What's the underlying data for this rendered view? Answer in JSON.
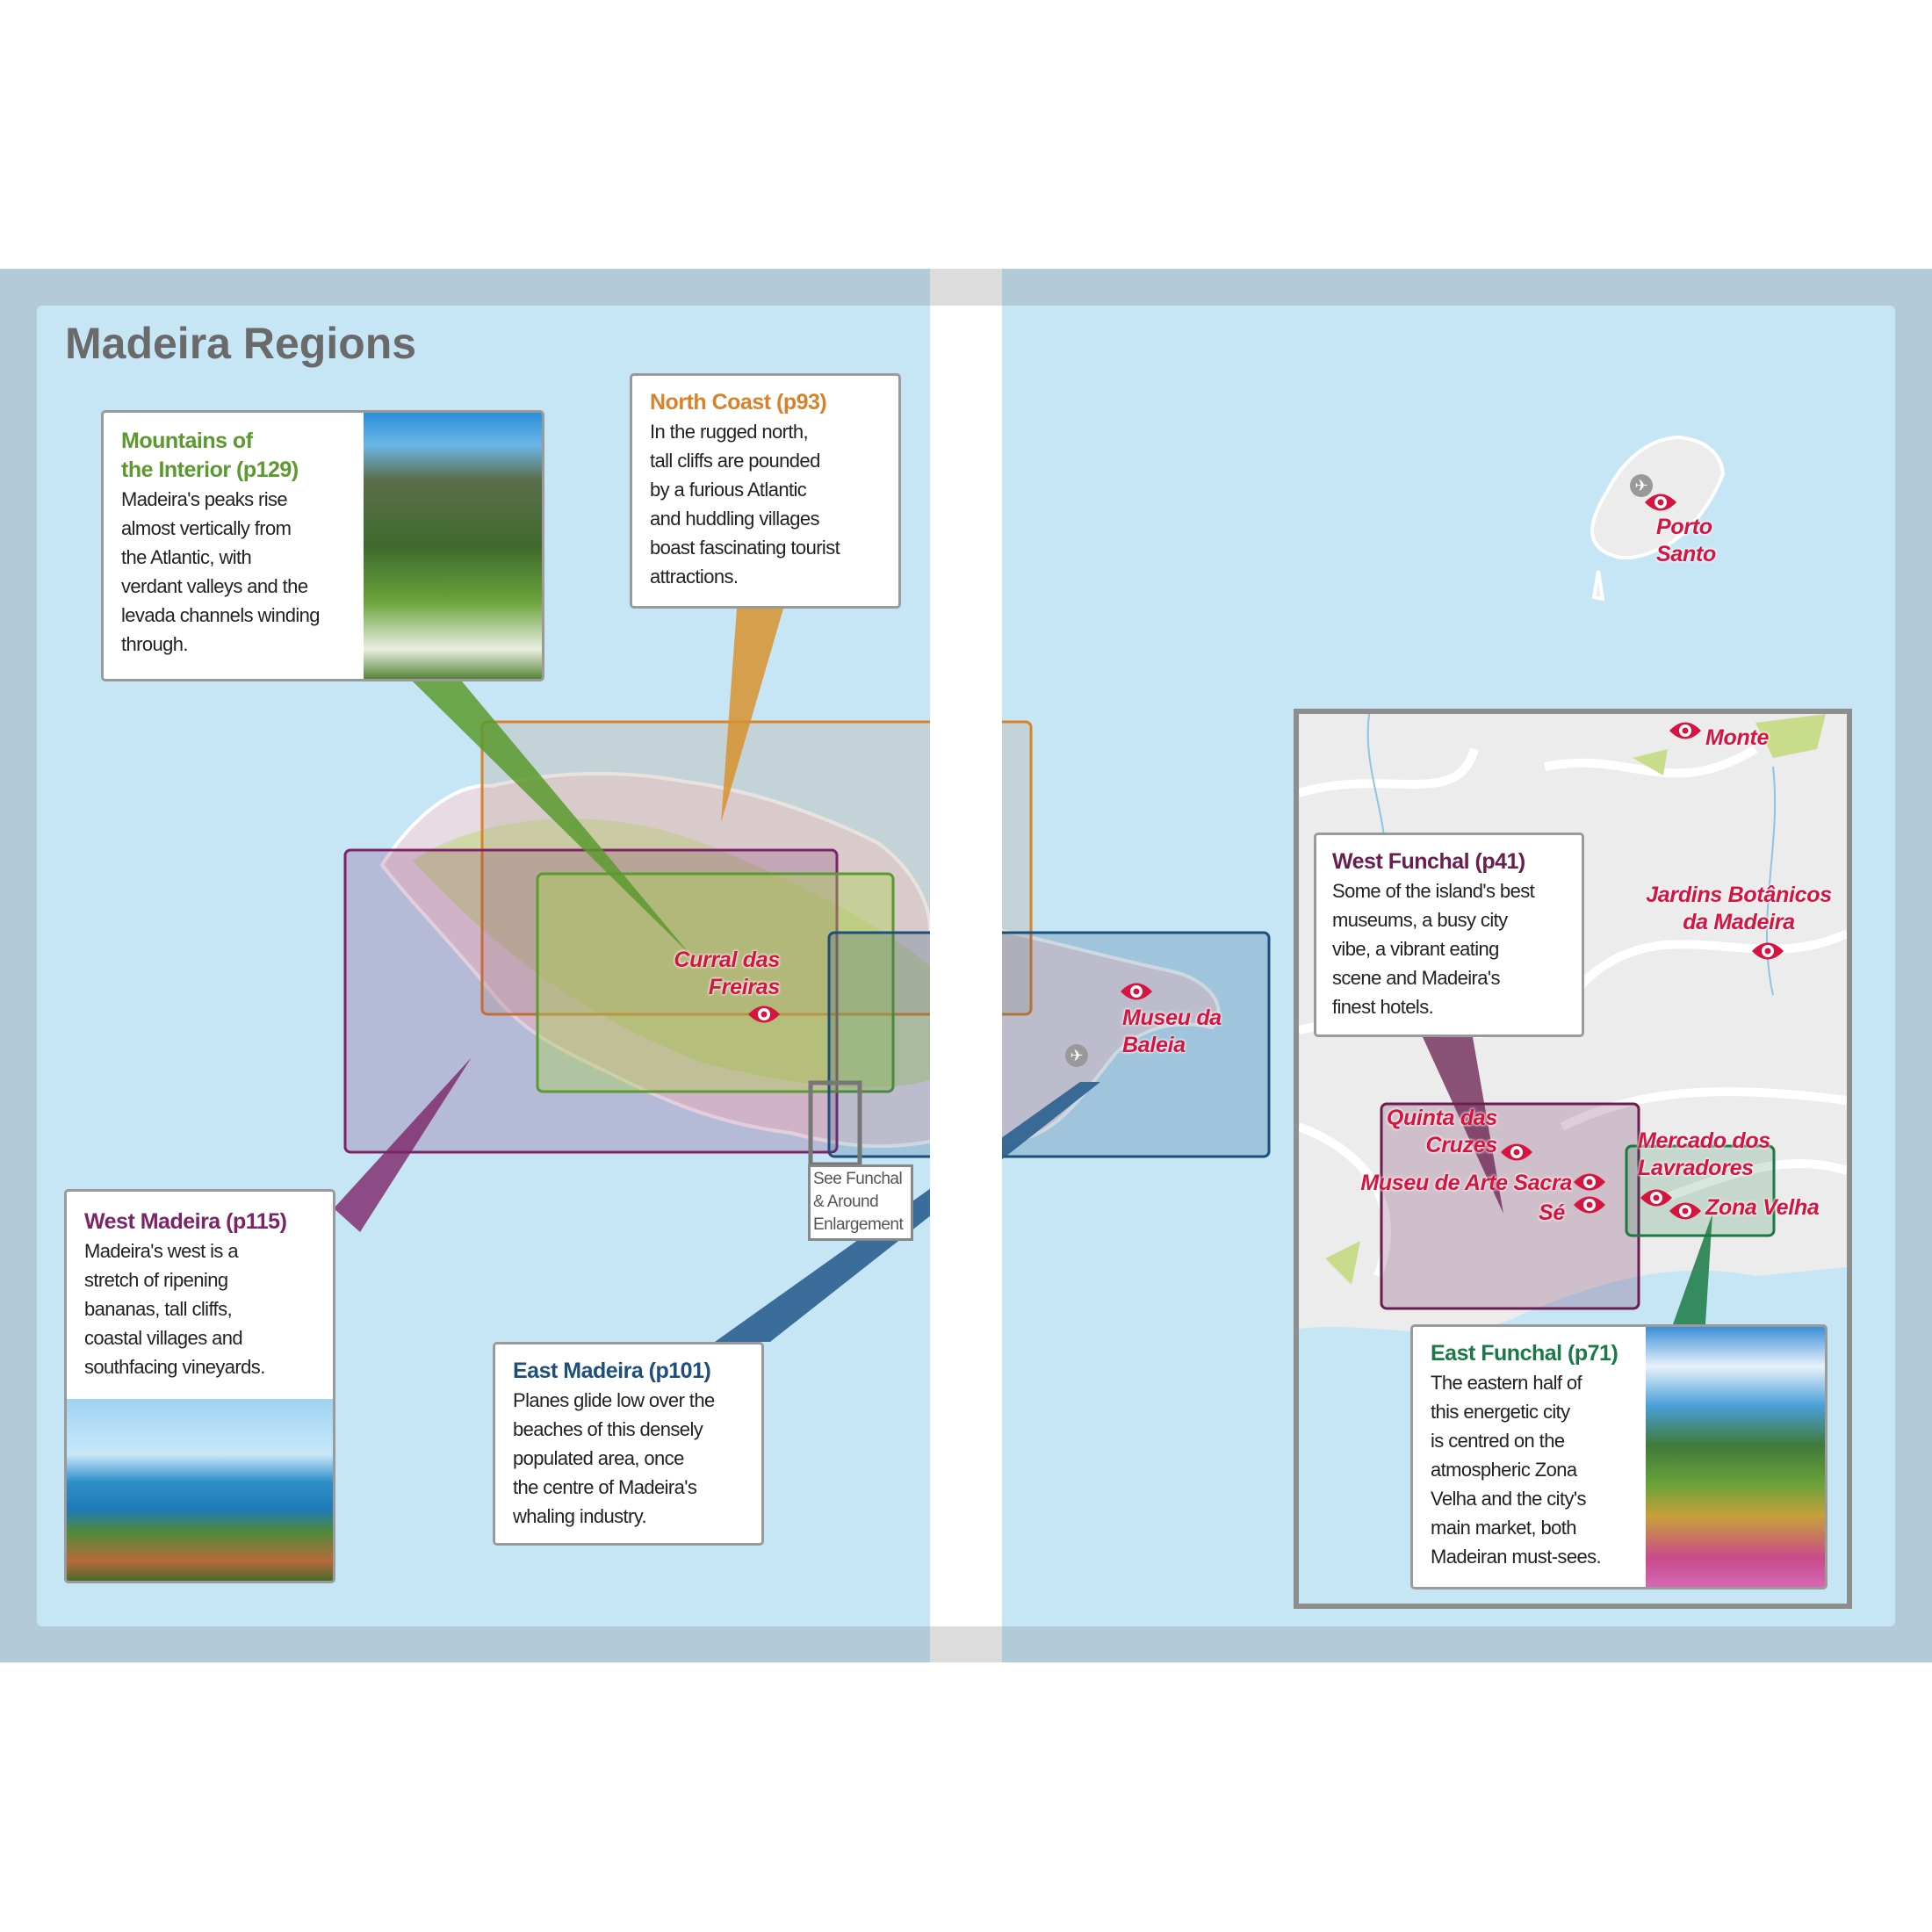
{
  "title": "Madeira Regions",
  "colors": {
    "mountains": "#5a9a2e",
    "north": "#d8822a",
    "west": "#7d2468",
    "east": "#1d4e7c",
    "west_funchal": "#6a1e50",
    "east_funchal": "#1a7a45",
    "poi": "#d5143f"
  },
  "regions": {
    "mountains": {
      "heading_1": "Mountains of",
      "heading_2": "the Interior (p129)",
      "body": [
        "Madeira's peaks rise",
        "almost vertically from",
        "the Atlantic, with",
        "verdant valleys and the",
        "levada channels winding",
        "through."
      ]
    },
    "north": {
      "heading": "North Coast (p93)",
      "body": [
        "In the rugged north,",
        "tall cliffs are pounded",
        "by a furious Atlantic",
        "and huddling villages",
        "boast fascinating tourist",
        "attractions."
      ]
    },
    "west": {
      "heading": "West Madeira (p115)",
      "body": [
        "Madeira's west is a",
        "stretch of ripening",
        "bananas, tall cliffs,",
        "coastal villages and",
        "southfacing vineyards."
      ]
    },
    "east": {
      "heading": "East Madeira (p101)",
      "body": [
        "Planes glide low over the",
        "beaches of this densely",
        "populated area, once",
        "the centre of Madeira's",
        "whaling industry."
      ]
    },
    "west_funchal": {
      "heading": "West Funchal (p41)",
      "body": [
        "Some of the island's best",
        "museums, a busy city",
        "vibe, a vibrant eating",
        "scene and Madeira's",
        "finest hotels."
      ]
    },
    "east_funchal": {
      "heading": "East Funchal (p71)",
      "body": [
        "The eastern half of",
        "this energetic city",
        "is centred on the",
        "atmospheric Zona",
        "Velha and the city's",
        "main market, both",
        "Madeiran must-sees."
      ]
    }
  },
  "see_note": [
    "See Funchal",
    "& Around",
    "Enlargement"
  ],
  "places": {
    "curral": [
      "Curral das",
      "Freiras"
    ],
    "baleia": [
      "Museu da",
      "Baleia"
    ],
    "porto_santo": [
      "Porto",
      "Santo"
    ],
    "monte": "Monte",
    "jardins": [
      "Jardins Botânicos",
      "da Madeira"
    ],
    "quinta": [
      "Quinta das",
      "Cruzes"
    ],
    "arte_sacra": "Museu de Arte Sacra",
    "se": "Sé",
    "mercado": [
      "Mercado dos",
      "Lavradores"
    ],
    "zona_velha": "Zona Velha"
  }
}
